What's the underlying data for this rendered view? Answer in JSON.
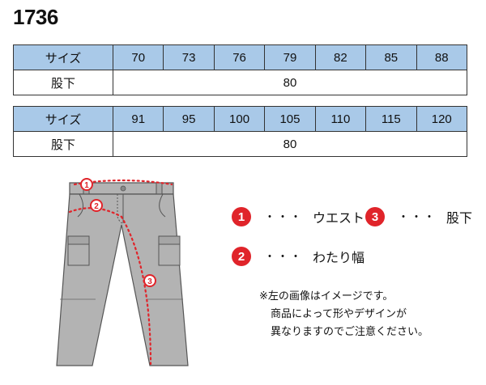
{
  "product_code": "1736",
  "tables": [
    {
      "header_label": "サイズ",
      "sizes": [
        "70",
        "73",
        "76",
        "79",
        "82",
        "85",
        "88"
      ],
      "inseam_label": "股下",
      "inseam_value": "80"
    },
    {
      "header_label": "サイズ",
      "sizes": [
        "91",
        "95",
        "100",
        "105",
        "110",
        "115",
        "120"
      ],
      "inseam_label": "股下",
      "inseam_value": "80"
    }
  ],
  "colors": {
    "header_fill": "#a9c9e8",
    "marker_red": "#e0242a",
    "pants_gray": "#b3b3b3"
  },
  "legend": [
    {
      "number": "1",
      "dots": "・・・",
      "label": "ウエスト"
    },
    {
      "number": "3",
      "dots": "・・・",
      "label": "股下"
    },
    {
      "number": "2",
      "dots": "・・・",
      "label": "わたり幅"
    }
  ],
  "markers": [
    "1",
    "2",
    "3"
  ],
  "note": [
    "※左の画像はイメージです。",
    "商品によって形やデザインが",
    "異なりますのでご注意ください。"
  ]
}
